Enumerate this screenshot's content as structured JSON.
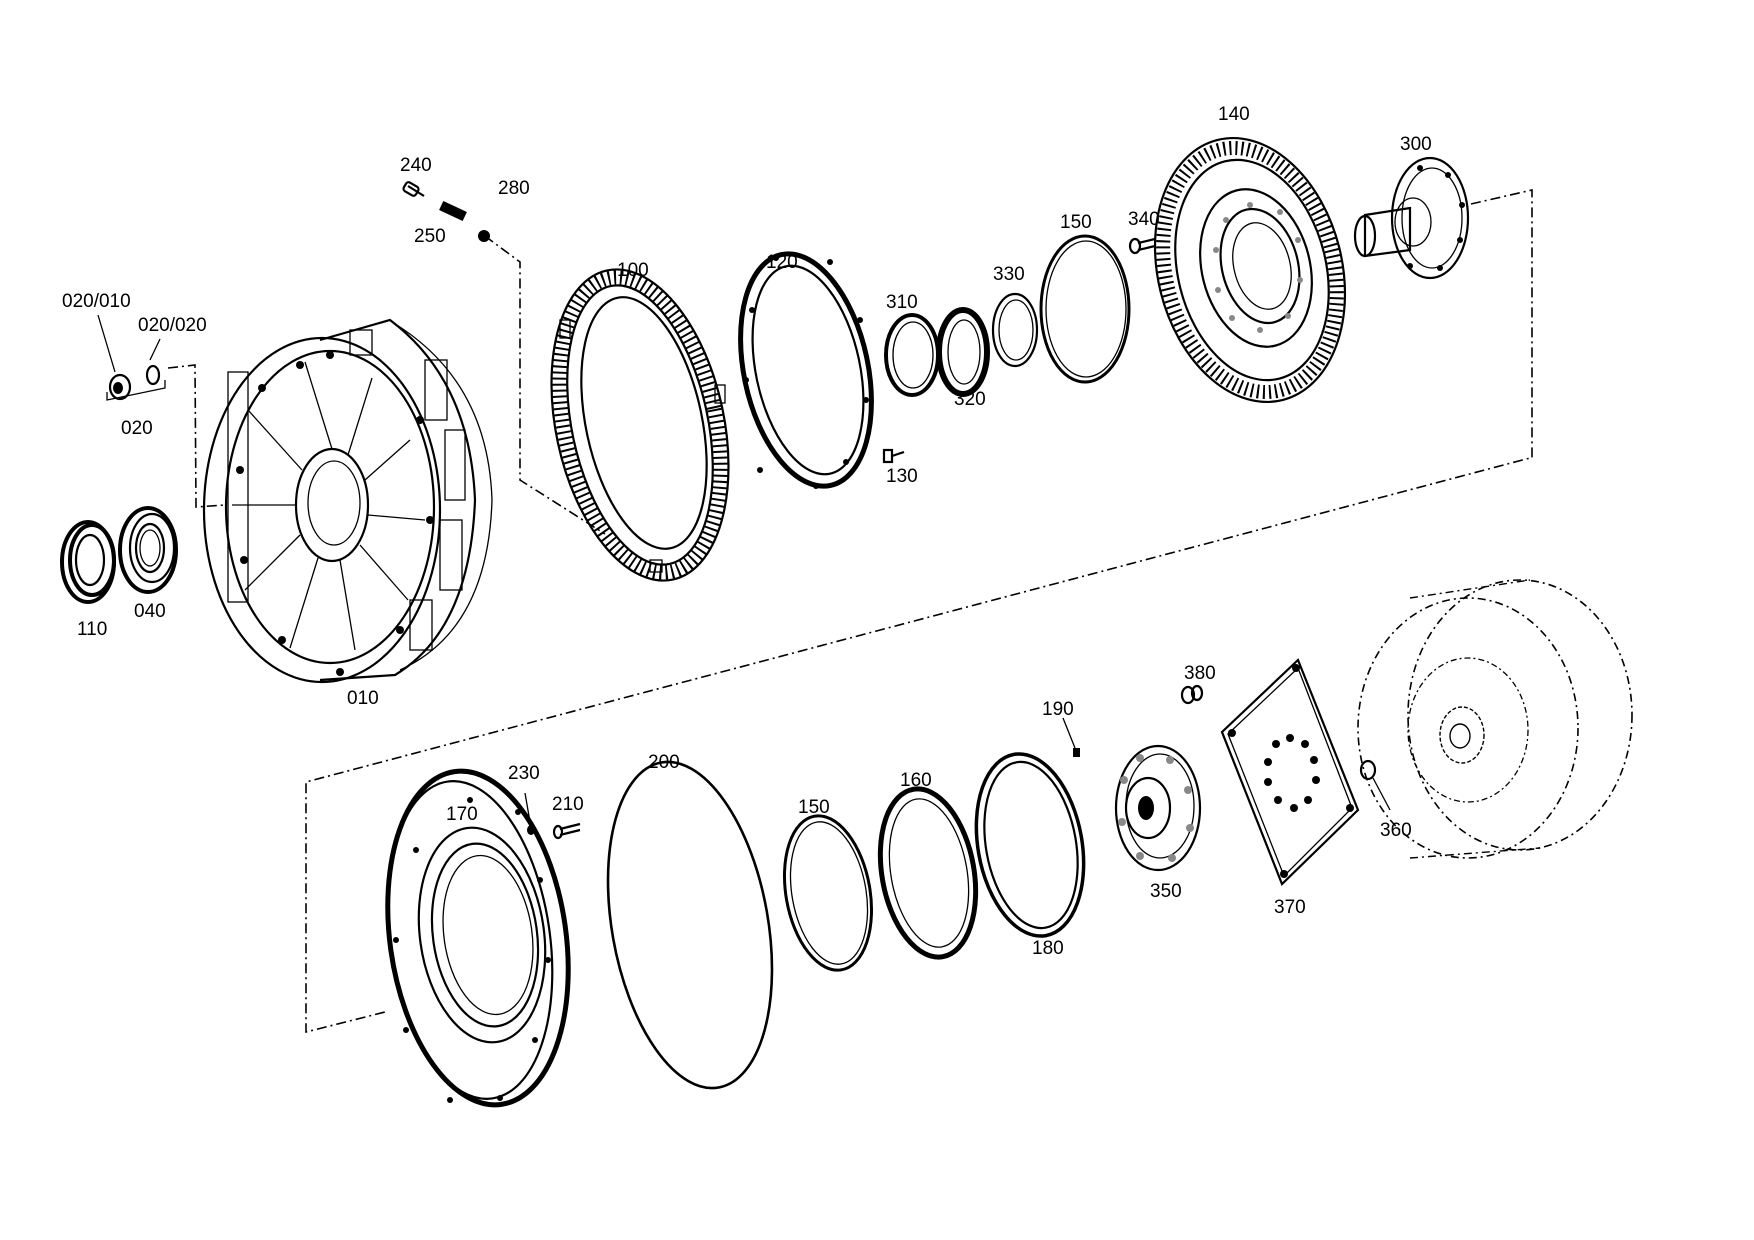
{
  "callouts": {
    "c020_010": "020/010",
    "c020_020": "020/020",
    "c020": "020",
    "c040": "040",
    "c110": "110",
    "c010": "010",
    "c240": "240",
    "c250": "250",
    "c280": "280",
    "c100": "100",
    "c120": "120",
    "c310": "310",
    "c320": "320",
    "c330": "330",
    "c130": "130",
    "c150a": "150",
    "c340": "340",
    "c140": "140",
    "c300": "300",
    "c170": "170",
    "c230": "230",
    "c210": "210",
    "c200": "200",
    "c150b": "150",
    "c160": "160",
    "c180": "180",
    "c190": "190",
    "c350": "350",
    "c380": "380",
    "c370": "370",
    "c360": "360"
  }
}
